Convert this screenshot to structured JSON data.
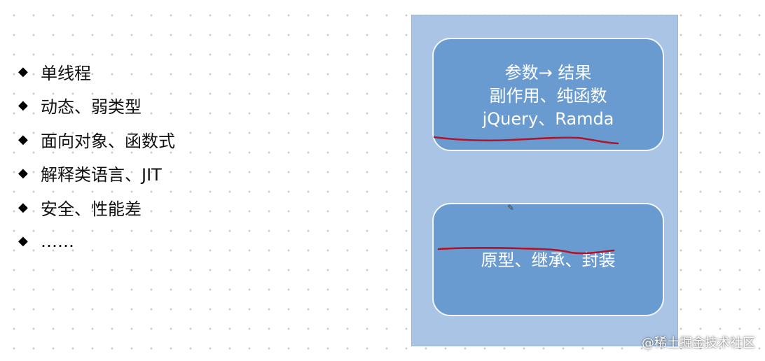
{
  "left_list": {
    "items": [
      {
        "text": "单线程"
      },
      {
        "text": "动态、弱类型"
      },
      {
        "text": "面向对象、函数式"
      },
      {
        "text": "解释类语言、JIT"
      },
      {
        "text": "安全、性能差"
      },
      {
        "text": "……"
      }
    ],
    "bullet_glyph": "◆"
  },
  "top_card": {
    "line1": "参数→ 结果",
    "line2": "副作用、纯函数",
    "line3": "jQuery、Ramda"
  },
  "bottom_card": {
    "line1": "原型、继承、封装"
  },
  "watermark": "@稀土掘金技术社区",
  "colors": {
    "panel_bg": "#a9c4e4",
    "card_bg": "#6a9bd0",
    "card_border": "#f2f6fb",
    "annotation_red": "#b0142a"
  }
}
